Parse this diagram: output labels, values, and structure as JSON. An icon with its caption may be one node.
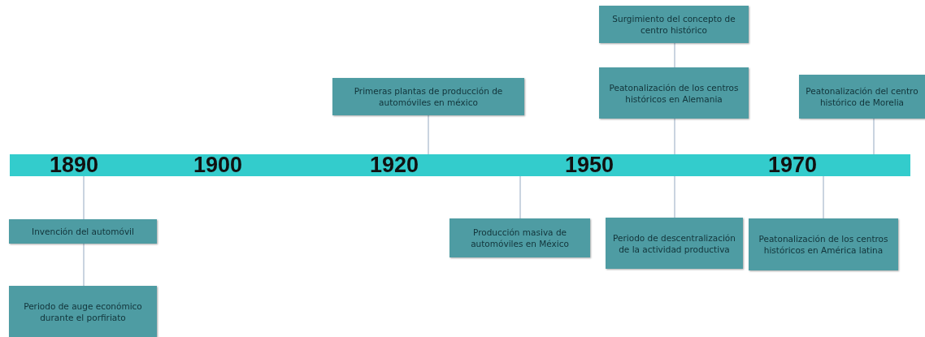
{
  "diagram": {
    "nodes": [
      {
        "text": [
          "1890",
          "1900",
          "1920",
          "1950",
          "1970"
        ]
      },
      {
        "text": [
          "Surgimiento del concepto de centro histórico"
        ]
      },
      {
        "text": [
          "Peatonalización de los centros históricos  en Alemania"
        ]
      },
      {
        "text": [
          "Primeras plantas de producción de automóviles en méxico"
        ]
      },
      {
        "text": [
          "Peatonalización del centro histórico de Morelia"
        ]
      },
      {
        "text": [
          "Invención del automóvil"
        ]
      },
      {
        "text": [
          "Producción masiva de automóviles en México"
        ]
      },
      {
        "text": [
          "Periodo de descentralización de la actividad productiva"
        ]
      },
      {
        "text": [
          "Peatonalización de los centros históricos  en América latina"
        ]
      },
      {
        "text": [
          "Periodo de auge económico durante el porfiriato"
        ]
      }
    ],
    "edges": [
      {
        "from": 0,
        "to": 5,
        "arrow": "none"
      },
      {
        "from": 5,
        "to": 9,
        "arrow": "none"
      },
      {
        "from": 3,
        "to": 0,
        "arrow": "none"
      },
      {
        "from": 0,
        "to": 6,
        "arrow": "none"
      },
      {
        "from": 1,
        "to": 2,
        "arrow": "none"
      },
      {
        "from": 2,
        "to": 0,
        "arrow": "none"
      },
      {
        "from": 0,
        "to": 7,
        "arrow": "none"
      },
      {
        "from": 0,
        "to": 8,
        "arrow": "none"
      },
      {
        "from": 4,
        "to": 0,
        "arrow": "none"
      }
    ]
  }
}
